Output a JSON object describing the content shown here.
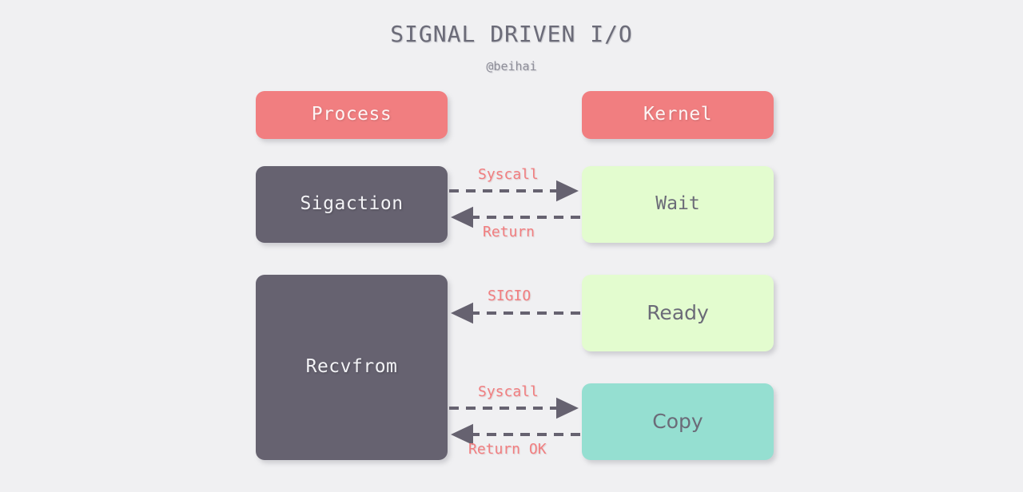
{
  "diagram": {
    "title": "SIGNAL DRIVEN I/O",
    "subtitle": "@beihai",
    "background_color": "#f0f0f2",
    "columns": {
      "process": {
        "header_label": "Process",
        "header_color": "#f17e80",
        "stages": [
          {
            "label": "Sigaction",
            "color": "#666270"
          },
          {
            "label": "Recvfrom",
            "color": "#666270"
          }
        ]
      },
      "kernel": {
        "header_label": "Kernel",
        "header_color": "#f17e80",
        "stages": [
          {
            "label": "Wait",
            "color": "#e3fccf"
          },
          {
            "label": "Ready",
            "color": "#e3fccf"
          },
          {
            "label": "Copy",
            "color": "#95dfd1"
          }
        ]
      }
    },
    "arrows": [
      {
        "label": "Syscall",
        "direction": "right",
        "from": "Sigaction",
        "to": "Wait"
      },
      {
        "label": "Return",
        "direction": "left",
        "from": "Wait",
        "to": "Sigaction"
      },
      {
        "label": "SIGIO",
        "direction": "left",
        "from": "Ready",
        "to": "Recvfrom"
      },
      {
        "label": "Syscall",
        "direction": "right",
        "from": "Recvfrom",
        "to": "Copy"
      },
      {
        "label": "Return OK",
        "direction": "left",
        "from": "Copy",
        "to": "Recvfrom"
      }
    ],
    "arrow_color": "#666270",
    "arrow_label_color": "#f17e80"
  }
}
